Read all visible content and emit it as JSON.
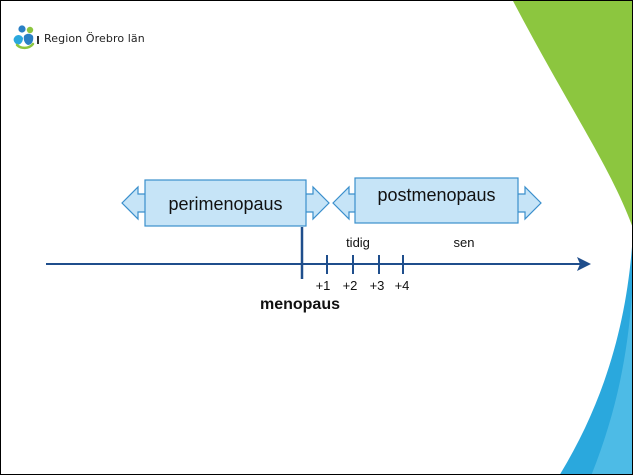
{
  "logo": {
    "text": "Region Örebro län",
    "icon": "region-logo-icon"
  },
  "colors": {
    "arrow_fill": "#c6e4f7",
    "arrow_stroke": "#3a8fcc",
    "timeline": "#1f4e8c",
    "green_decor": "#8cc63f",
    "blue_decor": "#2aa8dd"
  },
  "phases": {
    "perimenopaus": "perimenopaus",
    "postmenopaus": "postmenopaus"
  },
  "sub_phases": {
    "early": "tidig",
    "late": "sen"
  },
  "ticks": [
    "+1",
    "+2",
    "+3",
    "+4"
  ],
  "event_label": "menopaus"
}
